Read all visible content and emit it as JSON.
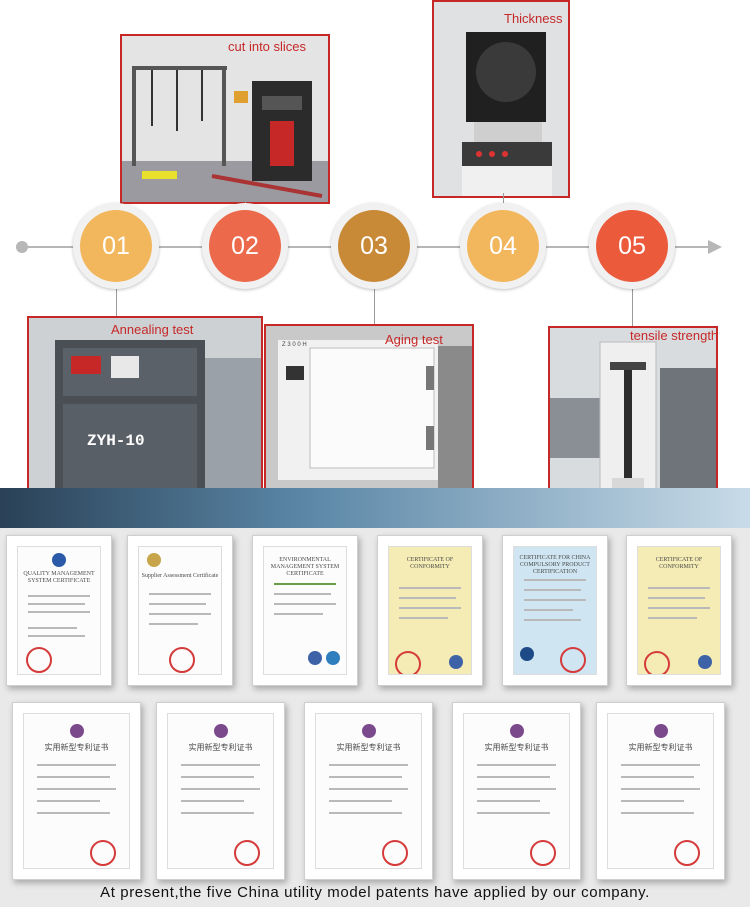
{
  "steps": [
    {
      "number": "01",
      "label": "Annealing test",
      "color": "#f2b65c"
    },
    {
      "number": "02",
      "label": "cut into slices",
      "color": "#ec6a4b"
    },
    {
      "number": "03",
      "label": "Aging test",
      "color": "#c98a38"
    },
    {
      "number": "04",
      "label": "Thickness",
      "color": "#f2b65c"
    },
    {
      "number": "05",
      "label": "tensile strength",
      "color": "#ec5a3c"
    }
  ],
  "machine_labels": {
    "annealing_panel": "ZYH-10",
    "aging_panel": "Z 3 0 0 H"
  },
  "certificates_row1": [
    {
      "title": "QUALITY MANAGEMENT SYSTEM CERTIFICATE",
      "style": "white"
    },
    {
      "title": "Supplier Assessment Certificate",
      "style": "white"
    },
    {
      "title": "ENVIRONMENTAL MANAGEMENT SYSTEM CERTIFICATE",
      "style": "white"
    },
    {
      "title": "CERTIFICATE OF CONFORMITY",
      "style": "yellow"
    },
    {
      "title": "CERTIFICATE FOR CHINA COMPULSORY PRODUCT CERTIFICATION",
      "style": "blue"
    },
    {
      "title": "CERTIFICATE OF CONFORMITY",
      "style": "yellow"
    }
  ],
  "certificates_row2": [
    {
      "title": "实用新型专利证书"
    },
    {
      "title": "实用新型专利证书"
    },
    {
      "title": "实用新型专利证书"
    },
    {
      "title": "实用新型专利证书"
    },
    {
      "title": "实用新型专利证书"
    }
  ],
  "footer": {
    "text": "At present,the five China  utility model patents have applied by our company."
  }
}
